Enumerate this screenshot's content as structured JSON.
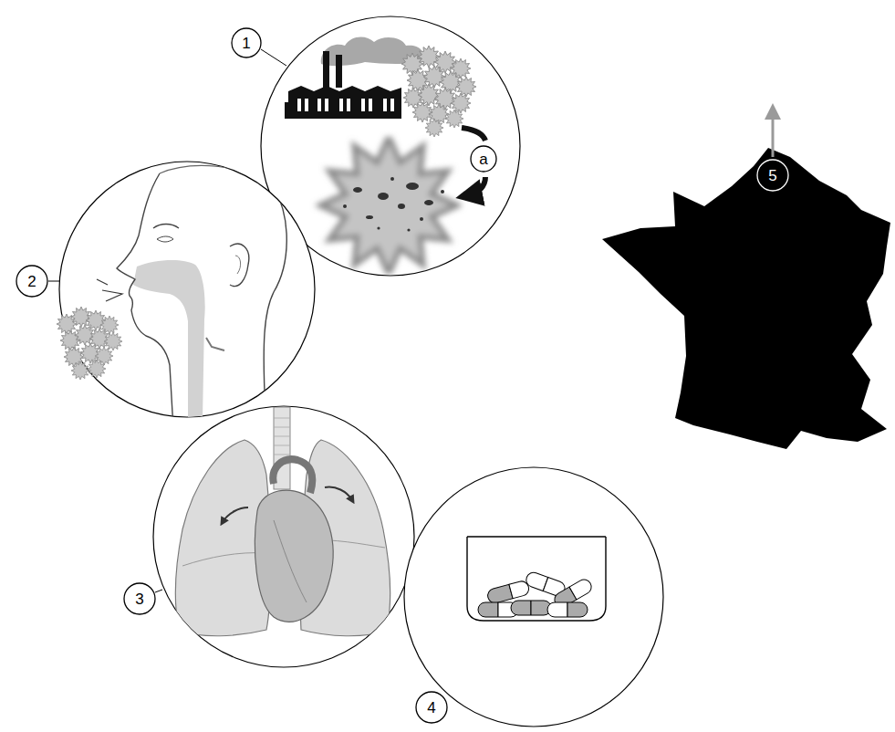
{
  "diagram": {
    "nodes": [
      {
        "text": [
          "1"
        ]
      },
      {
        "text": [
          "a"
        ]
      },
      {
        "text": [
          "5"
        ]
      },
      {
        "text": [
          "2"
        ]
      },
      {
        "text": [
          "3"
        ]
      },
      {
        "text": [
          "4"
        ]
      }
    ]
  }
}
